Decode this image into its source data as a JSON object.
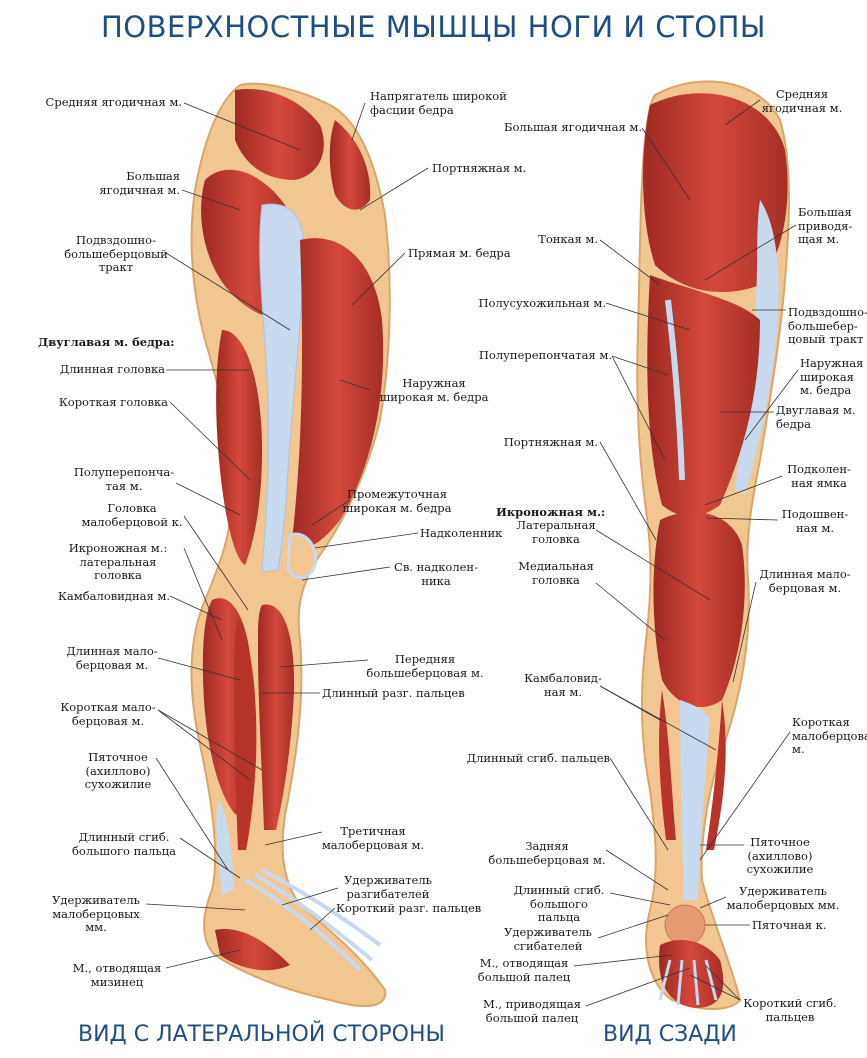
{
  "title": "ПОВЕРХНОСТНЫЕ МЫШЦЫ НОГИ И СТОПЫ",
  "views": {
    "lateral": "ВИД С ЛАТЕРАЛЬНОЙ СТОРОНЫ",
    "posterior": "ВИД СЗАДИ"
  },
  "lateral_labels": {
    "gluteus_medius": "Средняя ягодичная м.",
    "gluteus_maximus": "Большая\nягодичная м.",
    "iliotibial_tract": "Подвздошно-\nбольшеберцовый\nтракт",
    "biceps_header": "Двуглавая м. бедра:",
    "long_head": "Длинная головка",
    "short_head": "Короткая головка",
    "semimembranosus": "Полуперепонча-\nтая м.",
    "fibula_head": "Головка\nмалоберцовой к.",
    "gastrocnemius_lateral": "Икроножная м.:\nлатеральная головка",
    "soleus": "Камбаловидная м.",
    "peroneus_longus": "Длинная мало-\nберцовая м.",
    "peroneus_brevis": "Короткая мало-\nберцовая м.",
    "achilles": "Пяточное\n(ахиллово)\nсухожилие",
    "flexor_hallucis_longus": "Длинный сгиб.\nбольшого пальца",
    "peroneal_retinaculum": "Удерживатель\nмалоберцовых\nмм.",
    "abductor_digiti_minimi": "М., отводящая\nмизинец",
    "tensor_fasciae_latae": "Напрягатель широкой\nфасции бедра",
    "sartorius": "Портняжная м.",
    "rectus_femoris": "Прямая м. бедра",
    "vastus_lateralis": "Наружная\nширокая м. бедра",
    "vastus_intermedius": "Промежуточная\nширокая м. бедра",
    "patella": "Надколенник",
    "patellar_ligament": "Св. надколен-\nника",
    "tibialis_anterior": "Передняя\nбольшеберцовая м.",
    "extensor_digitorum_longus": "Длинный разг. пальцев",
    "peroneus_tertius": "Третичная\nмалоберцовая м.",
    "extensor_retinaculum": "Удерживатель\nразгибателей",
    "extensor_digitorum_brevis": "Короткий разг. пальцев"
  },
  "posterior_labels": {
    "gluteus_maximus": "Большая ягодичная м.",
    "gracilis": "Тонкая м.",
    "semitendinosus": "Полусухожильная м.",
    "semimembranosus": "Полуперепончатая м.",
    "sartorius": "Портняжная м.",
    "gastrocnemius_header": "Икроножная м.:",
    "lateral_head": "Латеральная\nголовка",
    "medial_head": "Медиальная\nголовка",
    "soleus": "Камбаловид-\nная м.",
    "flexor_digitorum_longus": "Длинный сгиб. пальцев",
    "tibialis_posterior": "Задняя\nбольшеберцовая м.",
    "flexor_hallucis_longus": "Длинный сгиб.\nбольшого пальца",
    "flexor_retinaculum": "Удерживатель\nсгибателей",
    "abductor_hallucis": "М., отводящая\nбольшой палец",
    "adductor_hallucis": "М., приводящая\nбольшой палец",
    "gluteus_medius": "Средняя\nягодичная м.",
    "adductor_magnus": "Большая\nприводя-\nщая м.",
    "iliotibial_tract": "Подвздошно-\nбольшебер-\nцовый тракт",
    "vastus_lateralis": "Наружная\nширокая\nм. бедра",
    "biceps_femoris": "Двуглавая м.\nбедра",
    "popliteal_fossa": "Подколен-\nная ямка",
    "plantaris": "Подошвен-\nная м.",
    "peroneus_longus": "Длинная мало-\nберцовая м.",
    "peroneus_brevis": "Короткая\nмалоберцовая м.",
    "achilles": "Пяточное\n(ахиллово)\nсухожилие",
    "peroneal_retinaculum": "Удерживатель\nмалоберцовых мм.",
    "calcaneus": "Пяточная к.",
    "flexor_digitorum_brevis": "Короткий сгиб.\nпальцев"
  },
  "colors": {
    "title_blue": "#1d4f86",
    "muscle_red": "#c8372c",
    "muscle_dark": "#9e2a22",
    "tendon_blue": "#c6d9ee",
    "skin": "#f2c690"
  }
}
